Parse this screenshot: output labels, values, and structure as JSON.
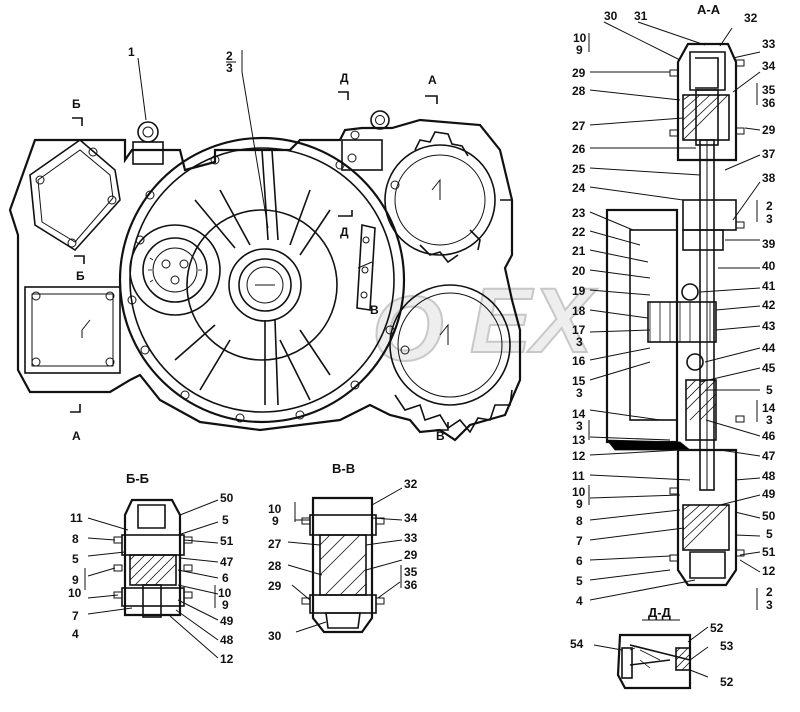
{
  "watermark": "EX",
  "titles": {
    "aa": "А-А",
    "bb": "Б-Б",
    "vv": "В-В",
    "dd": "Д-Д"
  },
  "view_marks": {
    "b_top": "Б",
    "b_mid": "Б",
    "a_bottom": "А",
    "a_top": "А",
    "d_top": "Д",
    "d_mid": "Д",
    "v_mid": "В",
    "v_bottom": "В"
  },
  "main_labels": [
    "1",
    "2",
    "3"
  ],
  "aa_left": [
    "10",
    "9",
    "29",
    "28",
    "27",
    "26",
    "25",
    "24",
    "23",
    "22",
    "21",
    "20",
    "19",
    "18",
    "17",
    "3",
    "16",
    "15",
    "3",
    "14",
    "3",
    "13",
    "12",
    "11",
    "10",
    "9",
    "8",
    "7",
    "6",
    "5",
    "4"
  ],
  "aa_top": [
    "30",
    "31",
    "32"
  ],
  "aa_right": [
    "33",
    "34",
    "35",
    "36",
    "29",
    "37",
    "38",
    "2",
    "3",
    "39",
    "40",
    "41",
    "42",
    "43",
    "44",
    "45",
    "5",
    "14",
    "3",
    "46",
    "47",
    "48",
    "49",
    "50",
    "5",
    "51",
    "12",
    "2",
    "3"
  ],
  "bb_left": [
    "11",
    "8",
    "5",
    "9",
    "10",
    "7",
    "4"
  ],
  "bb_right": [
    "50",
    "5",
    "51",
    "47",
    "6",
    "10",
    "9",
    "49",
    "48",
    "12"
  ],
  "vv_left": [
    "10",
    "9",
    "27",
    "28",
    "29",
    "30"
  ],
  "vv_right": [
    "32",
    "34",
    "33",
    "29",
    "35",
    "36"
  ],
  "dd_labels": [
    "52",
    "53",
    "54",
    "52"
  ]
}
